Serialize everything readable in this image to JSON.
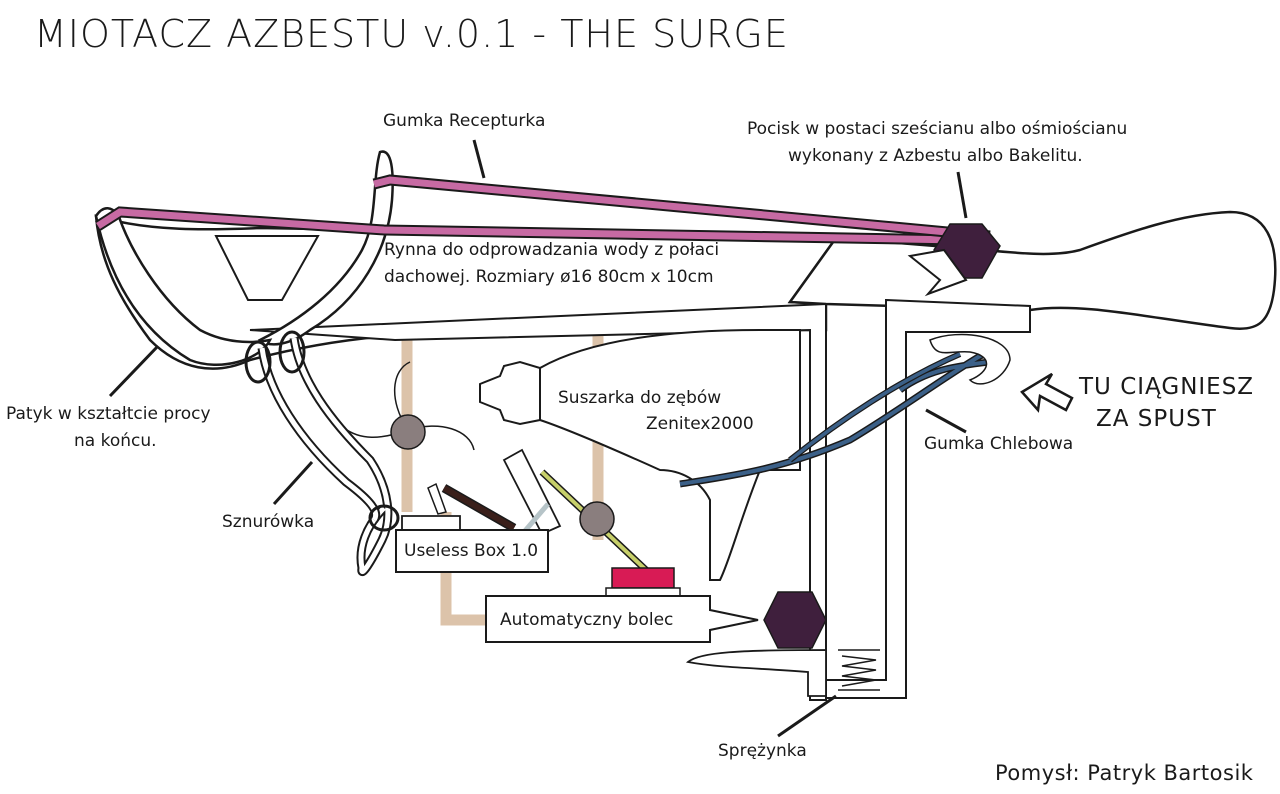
{
  "title": "MIOTACZ AZBESTU v.0.1 - THE SURGE",
  "labels": {
    "rubber_band": "Gumka Recepturka",
    "projectile_line1": "Pocisk w postaci sześcianu albo ośmiościanu",
    "projectile_line2": "wykonany z Azbestu albo Bakelitu.",
    "gutter_line1": "Rynna do odprowadzania wody z połaci",
    "gutter_line2": "dachowej. Rozmiary ø16 80cm x 10cm",
    "stick_line1": "Patyk w kształtcie procy",
    "stick_line2": "na końcu.",
    "hair_dryer_line1": "Suszarka do zębów",
    "hair_dryer_line2": "Zenitex2000",
    "pull_line1": "TU CIĄGNIESZ",
    "pull_line2": "ZA SPUST",
    "bread_band": "Gumka Chlebowa",
    "shoelace": "Sznurówka",
    "useless_box": "Useless Box 1.0",
    "auto_bolt": "Automatyczny bolec",
    "spring": "Sprężynka"
  },
  "author": "Pomysł: Patryk Bartosik",
  "colors": {
    "rubber_band": "#c76aa3",
    "projectile": "#3f1f3d",
    "bread_band": "#3b6088",
    "frame": "#dcc3aa",
    "knob": "#8a7e7e",
    "red_button": "#d81b55",
    "yellow_stick": "#c7cf6a",
    "dark_stick": "#3a1f1a"
  }
}
